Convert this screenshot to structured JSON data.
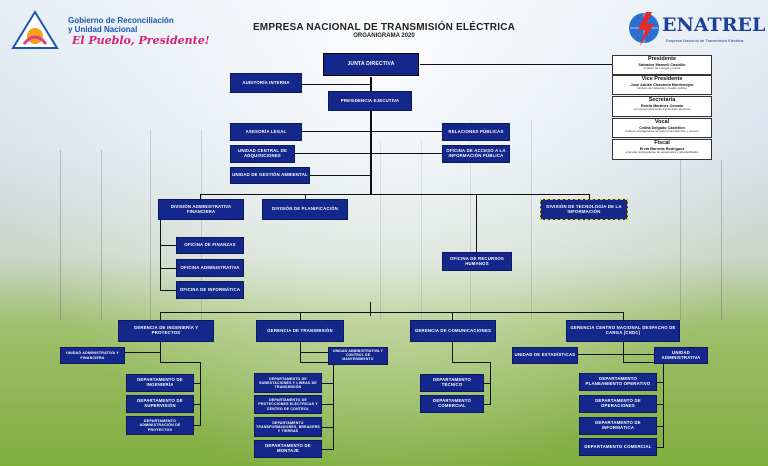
{
  "header": {
    "title": "EMPRESA NACIONAL DE TRANSMISIÓN ELÉCTRICA",
    "subtitle": "ORGANIGRAMA 2020"
  },
  "logos": {
    "left_line1": "Gobierno de Reconciliación",
    "left_line2": "y Unidad Nacional",
    "left_slogan": "El Pueblo, Presidente!",
    "right_name": "ENATREL",
    "right_tagline": "Empresa Nacional de Transmisión Eléctrica"
  },
  "board": [
    {
      "role": "Presidente",
      "name": "Salvador Mansell Castrillo",
      "desc": "ministro de energía y minas"
    },
    {
      "role": "Vice Presidente",
      "name": "José Adrián Chavarría Montenegro",
      "desc": "ministro de hacienda y crédito público"
    },
    {
      "role": "Secretaria",
      "name": "Estela Martínez Cerrato",
      "desc": "empresa nacional de transmisión eléctrica"
    },
    {
      "role": "Vocal",
      "name": "Celina Delgado Castellón",
      "desc": "instituto nicaragüense de telecomunicaciones y correos"
    },
    {
      "role": "Fiscal",
      "name": "Ervin Barreda Rodríguez",
      "desc": "empresa nicaragüense de acueductos y alcantarillados"
    }
  ],
  "org": {
    "junta": "JUNTA DIRECTIVA",
    "auditoria": "AUDITORÍA INTERNA",
    "presidencia": "PRESIDENCIA EJECUTIVA",
    "asesoria": "ASESORÍA LEGAL",
    "relaciones": "RELACIONES PÚBLICAS",
    "adquisiciones": "UNIDAD CENTRAL DE ADQUISICIONES",
    "acceso": "OFICINA DE ACCESO A LA INFORMACIÓN PÚBLICA",
    "gestion": "UNIDAD DE GESTIÓN AMBIENTAL",
    "div_admin": "DIVISIÓN ADMINISTRATIVA FINANCIERA",
    "div_plan": "DIVISIÓN DE PLANIFICACIÓN",
    "div_tec": "DIVISIÓN DE TECNOLOGÍA DE LA INFORMACIÓN",
    "of_finanzas": "OFICINA DE FINANZAS",
    "of_admin": "OFICINA ADMINISTRATIVA",
    "of_info": "OFICINA DE INFORMÁTICA",
    "of_rrhh": "OFICINA DE RECURSOS HUMANOS",
    "ger_ing": "GERENCIA DE INGENIERÍA Y PROYECTOS",
    "ger_trans": "GERENCIA DE TRANSMISIÓN",
    "ger_com": "GERENCIA DE COMUNICACIONES",
    "ger_cndc": "GERENCIA CENTRO NACIONAL DESPACHO DE CARGA (CNDC)",
    "u_ing": "UNIDAD ADMINISTRATIVA Y FINANCIERA",
    "u_trans": "UNIDAD ADMINISTRATIVA Y CONTROL DE MANTENIMIENTO",
    "u_estad": "UNIDAD DE ESTADÍSTICAS",
    "u_cndc": "UNIDAD ADMINISTRATIVA",
    "d_ing1": "DEPARTAMENTO DE INGENIERÍA",
    "d_ing2": "DEPARTAMENTO DE SUPERVISIÓN",
    "d_ing3": "DEPARTAMENTO ADMINISTRACIÓN DE PROYECTOS",
    "d_tr1": "DEPARTAMENTO DE SUBESTACIONES Y LÍNEAS DE TRANSMISIÓN",
    "d_tr2": "DEPARTAMENTO DE PROTECCIONES ELÉCTRICAS Y CENTRO DE CONTROL",
    "d_tr3": "DEPARTAMENTO TRANSFORMADORES, BREAKERS Y TIERRAS",
    "d_tr4": "DEPARTAMENTO DE MONTAJE",
    "d_com1": "DEPARTAMENTO TÉCNICO",
    "d_com2": "DEPARTAMENTO COMERCIAL",
    "d_cn1": "DEPARTAMENTO PLANEAMIENTO OPERATIVO",
    "d_cn2": "DEPARTAMENTO DE OPERACIONES",
    "d_cn3": "DEPARTAMENTO DE INFORMÁTICA",
    "d_cn4": "DEPARTAMENTO COMERCIAL"
  },
  "colors": {
    "box": "#14288c",
    "highlight_border": "#f2d200",
    "lines": "#111111"
  }
}
